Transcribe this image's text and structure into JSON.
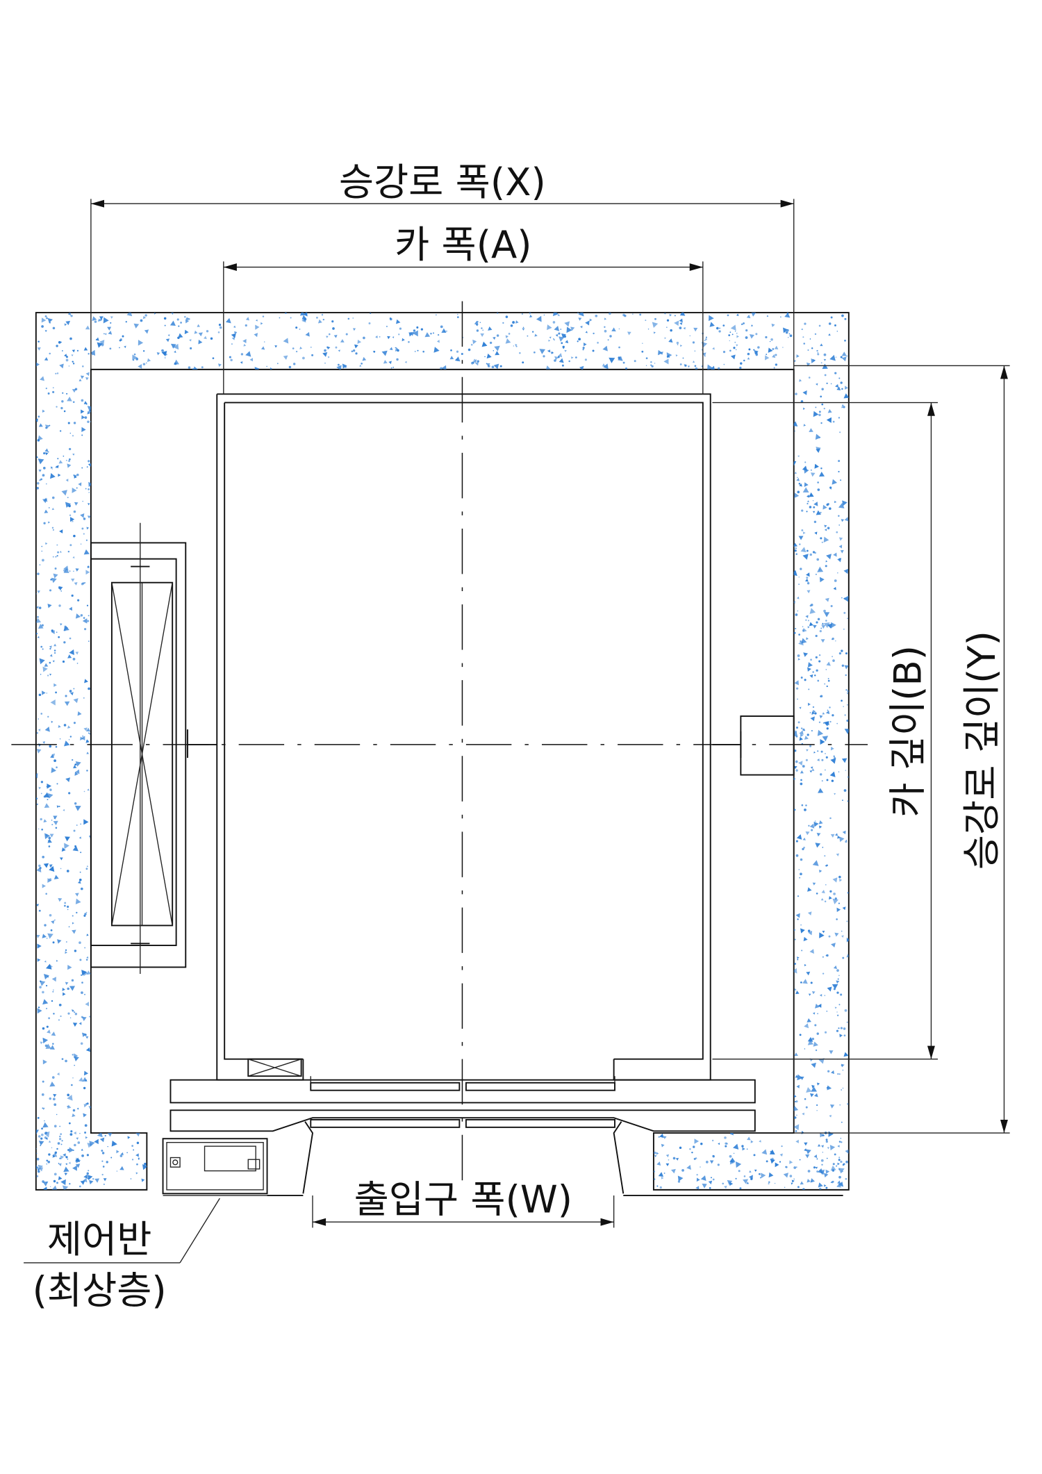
{
  "labels": {
    "shaft_width": "승강로 폭(X)",
    "car_width": "카 폭(A)",
    "car_depth": "카 깊이(B)",
    "shaft_depth": "승강로 깊이(Y)",
    "entrance_width": "출입구 폭(W)",
    "control_panel": "제어반",
    "control_panel_location": "(최상층)"
  },
  "colors": {
    "line": "#111111",
    "concrete_speckle": "#2f7fd6"
  }
}
